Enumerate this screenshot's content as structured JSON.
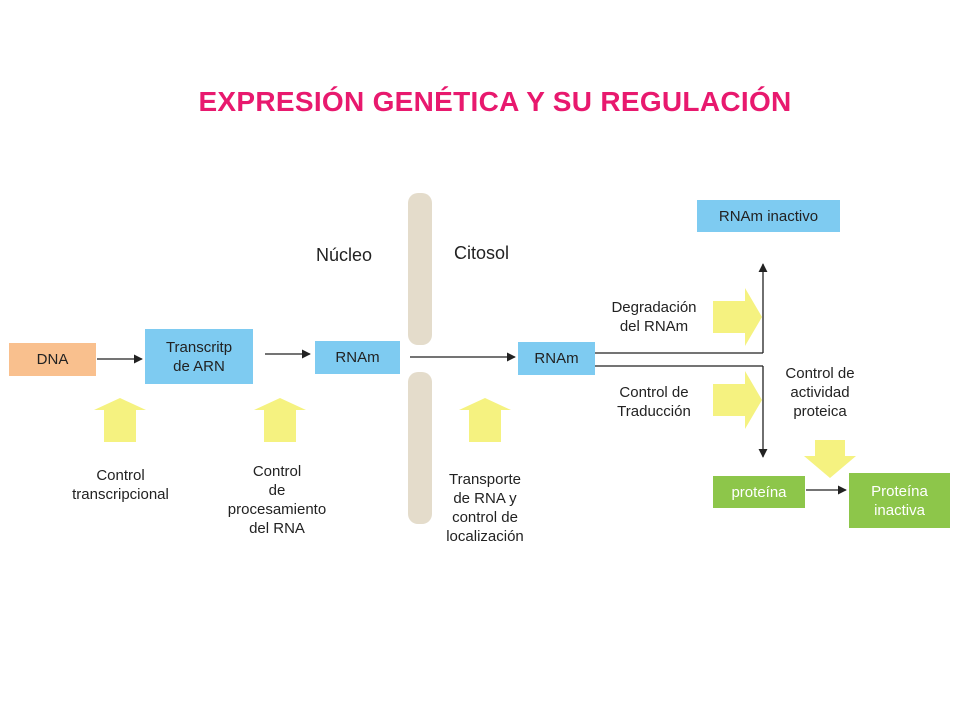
{
  "title": "EXPRESIÓN GENÉTICA Y SU REGULACIÓN",
  "colors": {
    "title": "#e8196e",
    "dna_box": "#f9c08e",
    "rna_box": "#7ecbf1",
    "protein_box": "#8dc64a",
    "control_arrow": "#f5f280",
    "membrane": "#e4dccb",
    "line": "#222222"
  },
  "regions": {
    "nucleus": "Núcleo",
    "cytosol": "Citosol"
  },
  "boxes": {
    "dna": "DNA",
    "transcript": "Transcritp\nde ARN",
    "rnam_nucleus": "RNAm",
    "rnam_cytosol": "RNAm",
    "rnam_inactive": "RNAm inactivo",
    "protein": "proteína",
    "protein_inactive": "Proteína\ninactiva"
  },
  "controls": {
    "transcriptional": "Control\ntranscripcional",
    "processing": "Control\nde\nprocesamiento\ndel RNA",
    "transport": "Transporte\nde RNA y\ncontrol de\nlocalización",
    "degradation": "Degradación\ndel RNAm",
    "translation": "Control de\nTraducción",
    "protein_activity": "Control de\nactividad\nproteica"
  }
}
